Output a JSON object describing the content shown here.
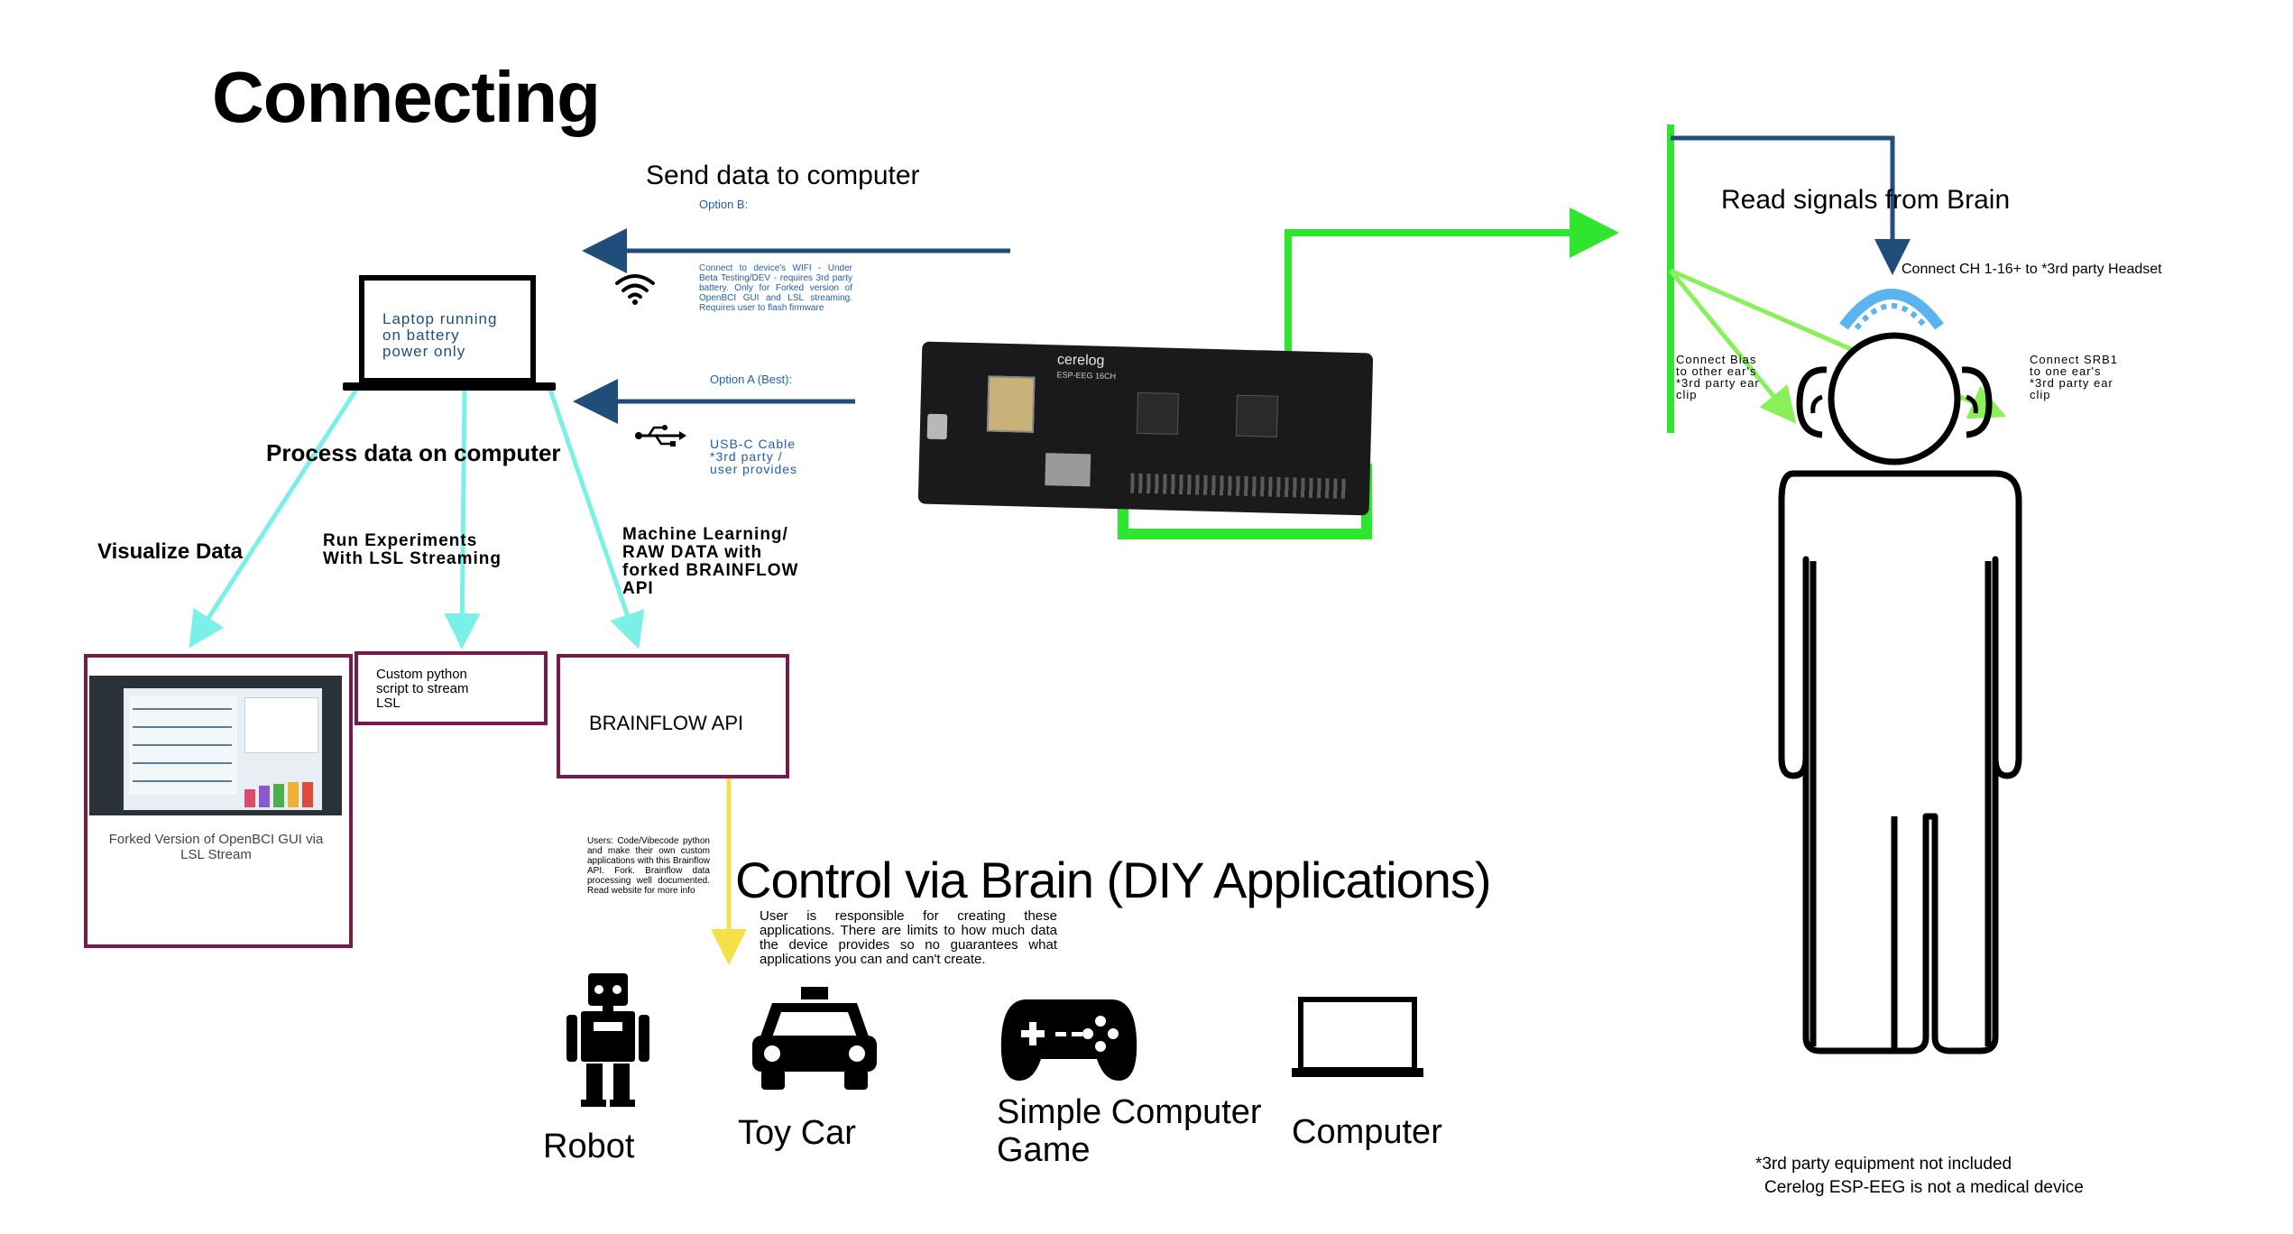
{
  "title": "Connecting",
  "send_data": {
    "heading": "Send data to computer",
    "option_b": {
      "label": "Option B:",
      "text": "Connect to device's WIFI - Under Beta Testing/DEV - requires 3rd party battery. Only for Forked version of OpenBCI GUI and LSL streaming. Requires user to flash firmware"
    },
    "option_a": {
      "label": "Option A (Best):",
      "text": "USB-C Cable *3rd party / user provides"
    }
  },
  "laptop": {
    "text": "Laptop running on battery power only"
  },
  "process": {
    "heading": "Process data on computer",
    "visualize": "Visualize Data",
    "experiments": "Run Experiments With LSL Streaming",
    "ml": "Machine Learning/ RAW DATA with forked BRAINFLOW API"
  },
  "boxes": {
    "gui_caption": "Forked Version of OpenBCI GUI via LSL Stream",
    "python": "Custom python script to stream LSL",
    "brainflow": "BRAINFLOW API"
  },
  "board": {
    "brand": "cerelog",
    "model": "ESP-EEG 16CH"
  },
  "brainflow_note": "Users: Code/Vibecode python and make their own custom applications with this Brainflow API. Fork. Brainflow data processing well documented. Read website for more info",
  "control": {
    "heading": "Control via Brain (DIY Applications)",
    "note": "User is responsible for creating these applications. There are limits to how much data the device provides so no guarantees what applications you can and can't create.",
    "apps": [
      "Robot",
      "Toy Car",
      "Simple Computer Game",
      "Computer"
    ]
  },
  "brain": {
    "heading": "Read signals from Brain",
    "headset": "Connect CH 1-16+ to *3rd party Headset",
    "bias": "Connect Bias to other ear's *3rd party ear clip",
    "srb1": "Connect SRB1 to one ear's *3rd party ear clip"
  },
  "footer": {
    "line1": "*3rd party equipment not included",
    "line2": "Cerelog ESP-EEG is not a medical device"
  },
  "colors": {
    "navy": "#1f4e7a",
    "cyan": "#7af0e6",
    "green": "#2ee62e",
    "light_green": "#8af05a",
    "yellow": "#f5e04a",
    "maroon": "#7a1a4a",
    "headset_blue": "#5ab4f0"
  },
  "icons": [
    "wifi-icon",
    "usb-icon",
    "robot-icon",
    "car-icon",
    "gamepad-icon",
    "laptop-outline-icon"
  ]
}
